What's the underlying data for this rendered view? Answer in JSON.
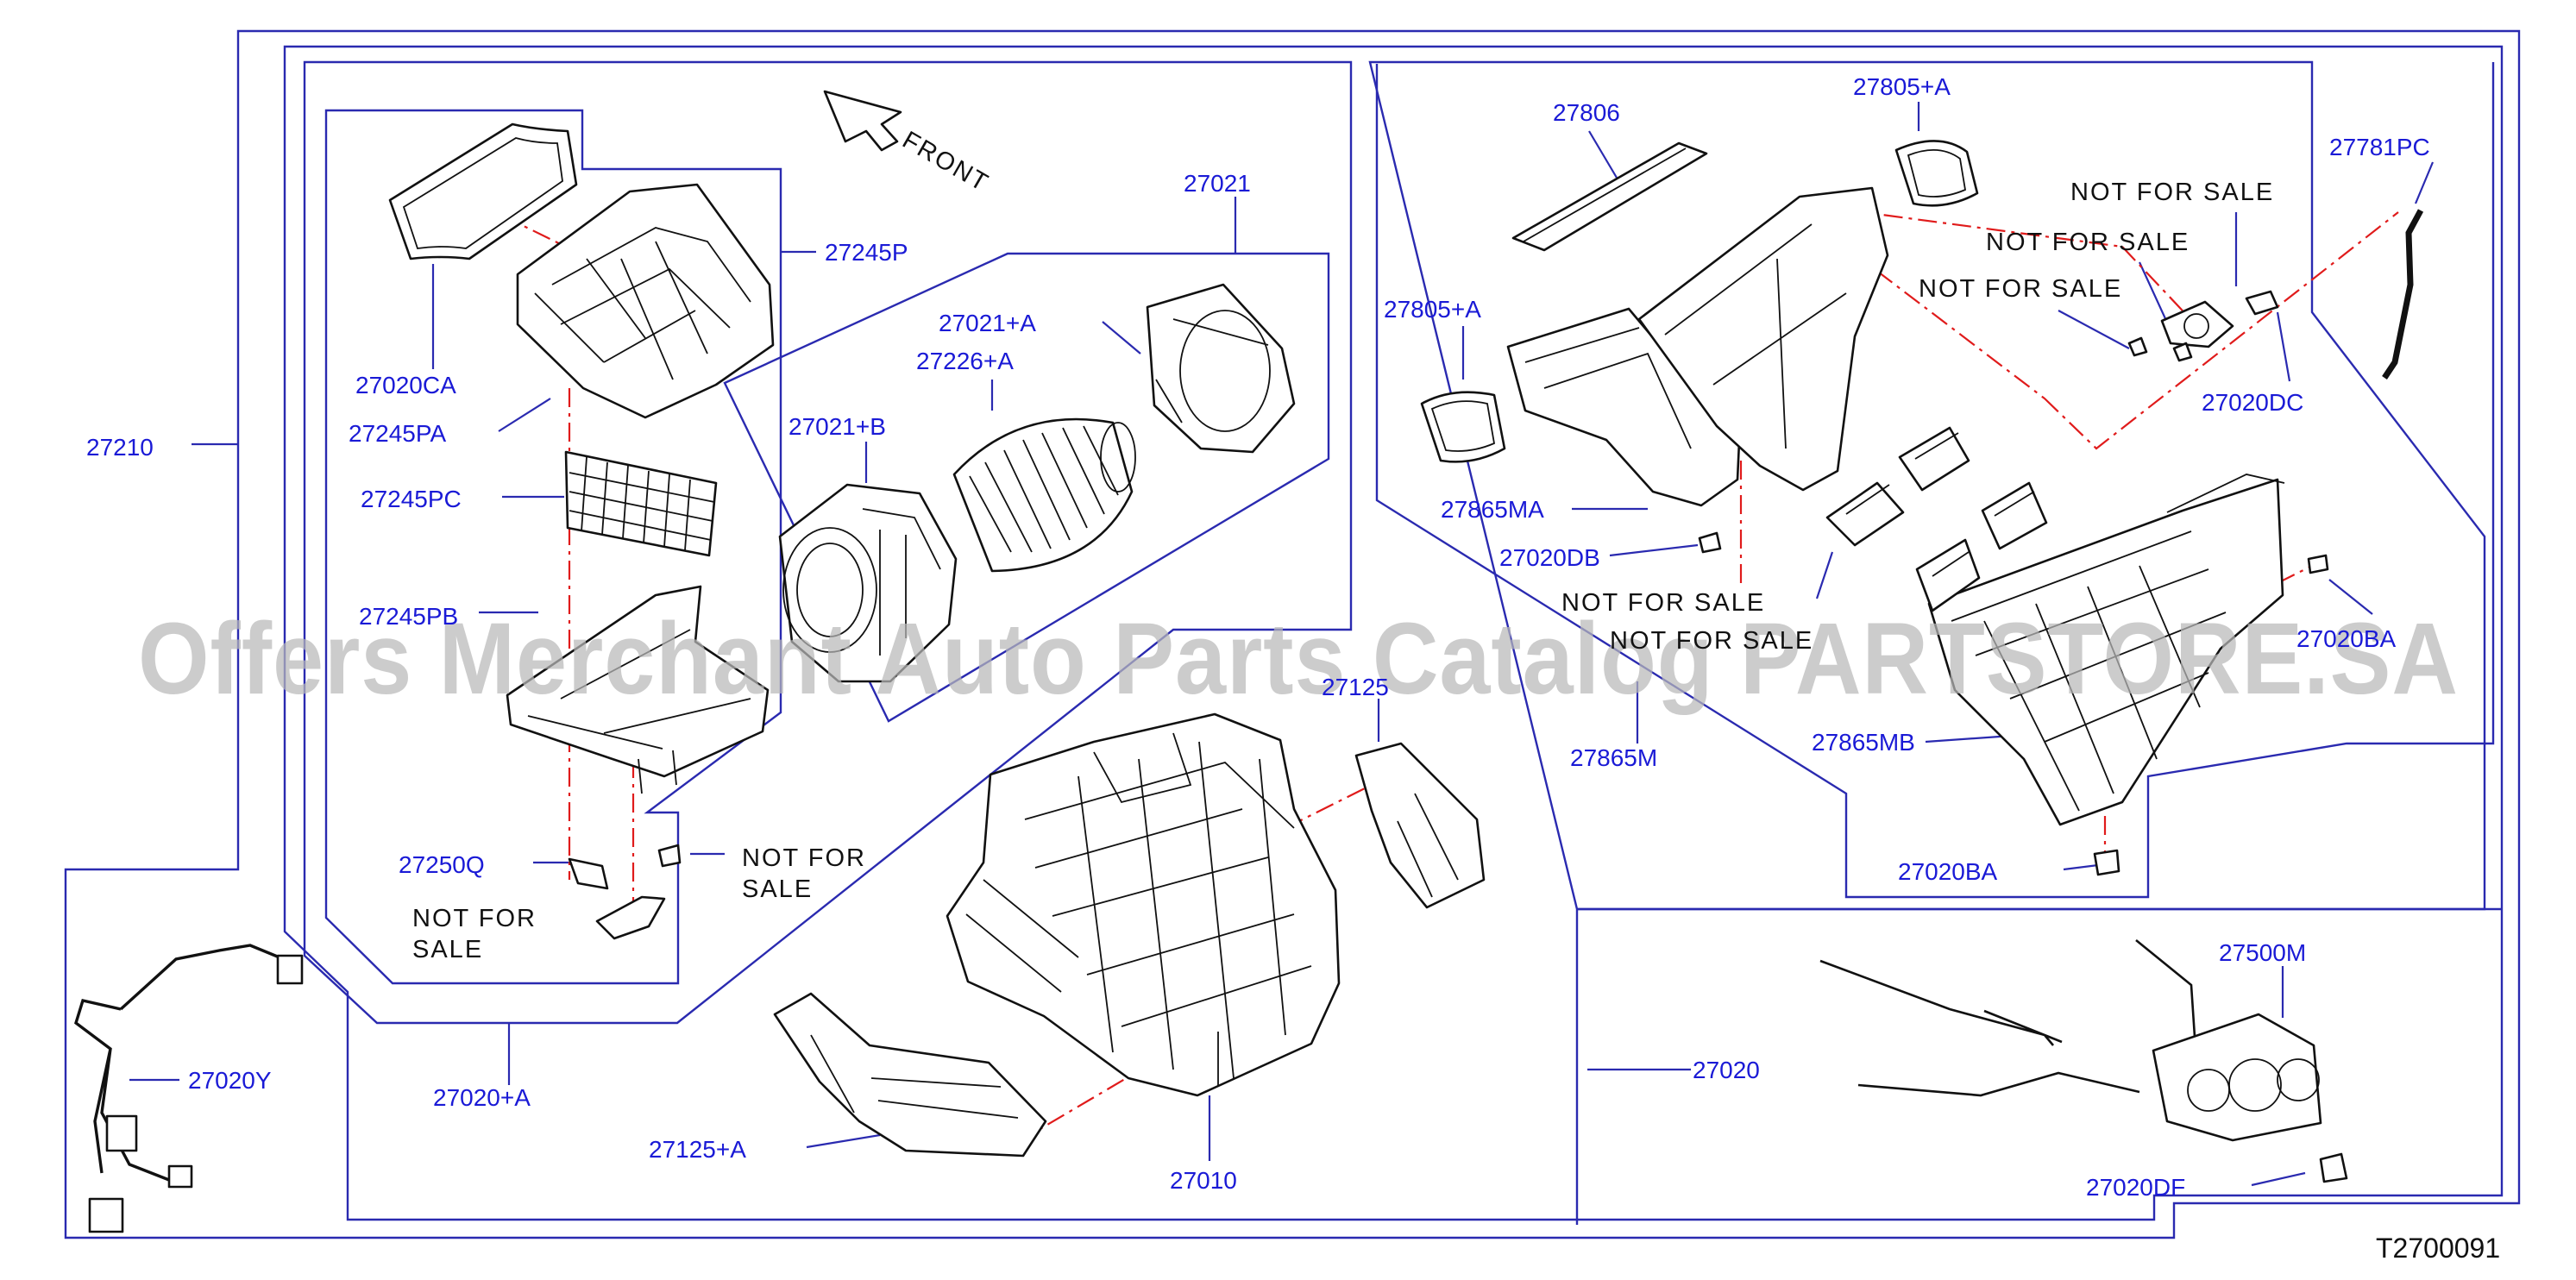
{
  "diagram": {
    "front_label": "FRONT",
    "diagram_code": "T2700091",
    "watermark": "Offers Merchant Auto Parts Catalog PARTSTORE.SA",
    "part_labels": {
      "p27210": "27210",
      "p27020ca": "27020CA",
      "p27245p": "27245P",
      "p27245pa": "27245PA",
      "p27245pc": "27245PC",
      "p27245pb": "27245PB",
      "p27250q": "27250Q",
      "p27020a": "27020+A",
      "p27021": "27021",
      "p27021a": "27021+A",
      "p27226a": "27226+A",
      "p27021b": "27021+B",
      "p27125": "27125",
      "p27125a": "27125+A",
      "p27010": "27010",
      "p27020y": "27020Y",
      "p27806": "27806",
      "p27805a_top": "27805+A",
      "p27805a_left": "27805+A",
      "p27781pc": "27781PC",
      "p27020dc": "27020DC",
      "p27865ma": "27865MA",
      "p27020db": "27020DB",
      "p27865m": "27865M",
      "p27865mb": "27865MB",
      "p27020ba_right": "27020BA",
      "p27020ba_bottom": "27020BA",
      "p27020": "27020",
      "p27500m": "27500M",
      "p27020df": "27020DF"
    },
    "not_for_sale": {
      "nfs1": "NOT FOR SALE",
      "nfs2": "NOT FOR SALE",
      "nfs3": "NOT FOR SALE",
      "nfs4": "NOT FOR SALE",
      "nfs5": "NOT FOR SALE",
      "nfs6_line1": "NOT FOR",
      "nfs6_line2": "SALE",
      "nfs7_line1": "NOT FOR",
      "nfs7_line2": "SALE"
    }
  }
}
